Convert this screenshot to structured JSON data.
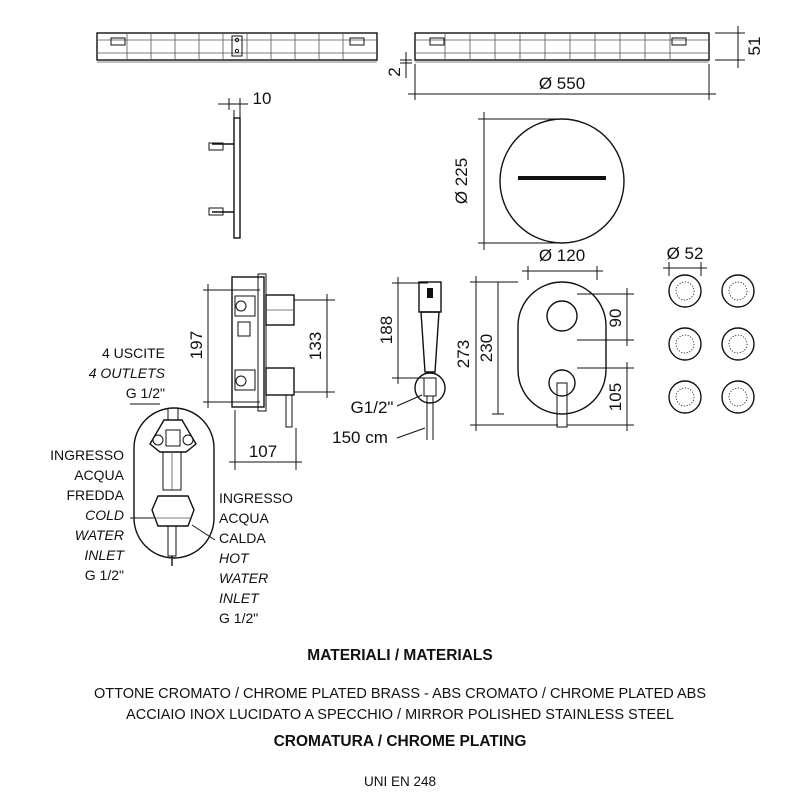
{
  "colors": {
    "ink": "#111111",
    "background": "#ffffff"
  },
  "dimensions": {
    "height_51": "51",
    "gap_2": "2",
    "dia_550": "Ø 550",
    "thick_10": "10",
    "dia_225": "Ø 225",
    "dia_120": "Ø 120",
    "dia_52": "Ø 52",
    "h_197": "197",
    "h_133": "133",
    "w_107": "107",
    "h_188": "188",
    "thread_handshower": "G1/2\"",
    "hose_150": "150 cm",
    "h_273": "273",
    "h_230": "230",
    "h_90": "90",
    "h_105": "105"
  },
  "annotations": {
    "outlets": [
      "4 USCITE",
      "4 OUTLETS",
      "G 1/2\""
    ],
    "cold_inlet": [
      "INGRESSO",
      "ACQUA",
      "FREDDA",
      "COLD",
      "WATER",
      "INLET",
      "G 1/2\""
    ],
    "hot_inlet": [
      "INGRESSO",
      "ACQUA",
      "CALDA",
      "HOT",
      "WATER",
      "INLET",
      "G 1/2\""
    ]
  },
  "materials": {
    "title": "MATERIALI / MATERIALS",
    "line1": "OTTONE CROMATO / CHROME PLATED BRASS - ABS CROMATO / CHROME PLATED ABS",
    "line2": "ACCIAIO INOX LUCIDATO A SPECCHIO / MIRROR POLISHED STAINLESS STEEL",
    "plating_title": "CROMATURA / CHROME PLATING",
    "standard": "UNI EN 248"
  }
}
